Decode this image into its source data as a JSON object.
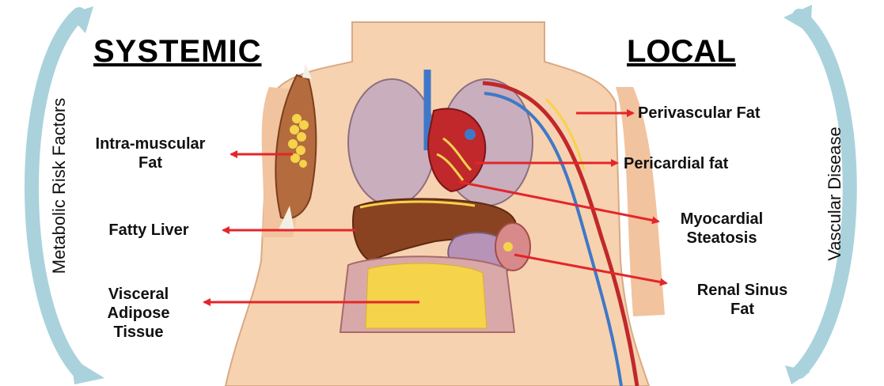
{
  "headings": {
    "left": "SYSTEMIC",
    "right": "LOCAL"
  },
  "side_labels": {
    "left": "Metabolic Risk Factors",
    "right": "Vascular Disease"
  },
  "systemic_labels": {
    "intramuscular_fat": [
      "Intra-muscular",
      "Fat"
    ],
    "fatty_liver": [
      "Fatty Liver"
    ],
    "visceral_adipose_tissue": [
      "Visceral",
      "Adipose",
      "Tissue"
    ]
  },
  "local_labels": {
    "perivascular_fat": [
      "Perivascular Fat"
    ],
    "pericardial_fat": [
      "Pericardial fat"
    ],
    "myocardial_steatosis": [
      "Myocardial",
      "Steatosis"
    ],
    "renal_sinus_fat": [
      "Renal Sinus",
      "Fat"
    ]
  },
  "colors": {
    "arrow": "#e3262a",
    "cycle_arrow": "#a9d2dc",
    "skin": "#f7d2b0",
    "lung": "#c9aebd",
    "liver": "#8a4320",
    "heart": "#c0282b",
    "fat": "#f5d34a",
    "artery": "#c0282b",
    "vein": "#3f78c8"
  }
}
